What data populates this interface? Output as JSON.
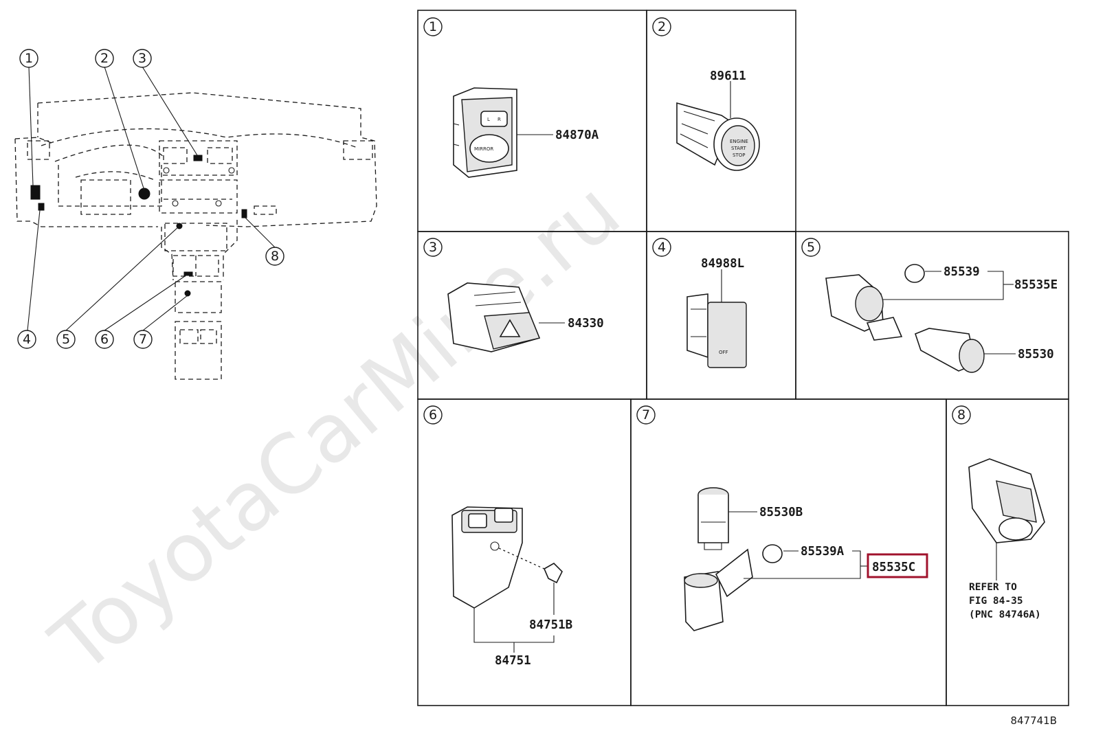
{
  "watermark": "ToyotaCarMine.ru",
  "figure_ref": "847741B",
  "overview_callouts": [
    "1",
    "2",
    "3",
    "4",
    "5",
    "6",
    "7",
    "8"
  ],
  "panels": [
    {
      "num": "1",
      "parts": [
        "84870A"
      ],
      "switch_label": "MIRROR"
    },
    {
      "num": "2",
      "parts": [
        "89611"
      ]
    },
    {
      "num": "3",
      "parts": [
        "84330"
      ]
    },
    {
      "num": "4",
      "parts": [
        "84988L"
      ]
    },
    {
      "num": "5",
      "parts": [
        "85539",
        "85535E",
        "85530"
      ]
    },
    {
      "num": "6",
      "parts": [
        "84751B",
        "84751"
      ]
    },
    {
      "num": "7",
      "parts": [
        "85530B",
        "85539A",
        "85535C"
      ]
    },
    {
      "num": "8",
      "parts": [],
      "note": [
        "REFER TO",
        "FIG 84-35",
        "(PNC 84746A)"
      ]
    }
  ],
  "highlighted_part": "85535C",
  "colors": {
    "highlight": "#a0122c",
    "line": "#1a1a1a",
    "watermark": "#d7d7d7"
  }
}
